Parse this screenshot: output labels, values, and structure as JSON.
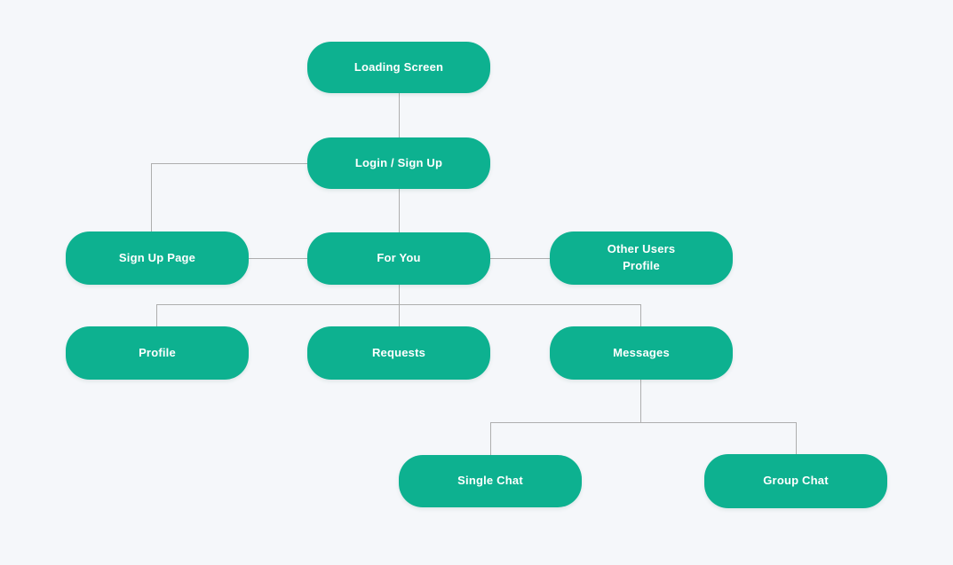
{
  "diagram": {
    "type": "flowchart",
    "nodes": [
      {
        "id": "loading-screen",
        "label": "Loading Screen"
      },
      {
        "id": "login-sign-up",
        "label": "Login / Sign Up"
      },
      {
        "id": "sign-up-page",
        "label": "Sign Up Page"
      },
      {
        "id": "for-you",
        "label": "For You"
      },
      {
        "id": "other-users-profile",
        "label": "Other Users\nProfile"
      },
      {
        "id": "profile",
        "label": "Profile"
      },
      {
        "id": "requests",
        "label": "Requests"
      },
      {
        "id": "messages",
        "label": "Messages"
      },
      {
        "id": "single-chat",
        "label": "Single Chat"
      },
      {
        "id": "group-chat",
        "label": "Group Chat"
      }
    ],
    "edges": [
      {
        "from": "loading-screen",
        "to": "login-sign-up"
      },
      {
        "from": "login-sign-up",
        "to": "sign-up-page"
      },
      {
        "from": "login-sign-up",
        "to": "for-you"
      },
      {
        "from": "sign-up-page",
        "to": "for-you"
      },
      {
        "from": "for-you",
        "to": "other-users-profile"
      },
      {
        "from": "for-you",
        "to": "profile"
      },
      {
        "from": "for-you",
        "to": "requests"
      },
      {
        "from": "for-you",
        "to": "messages"
      },
      {
        "from": "messages",
        "to": "single-chat"
      },
      {
        "from": "messages",
        "to": "group-chat"
      }
    ],
    "colors": {
      "node_fill": "#0DB190",
      "node_text": "#FFFFFF",
      "connector": "#AEAEAE",
      "background": "#F5F7FA"
    }
  }
}
